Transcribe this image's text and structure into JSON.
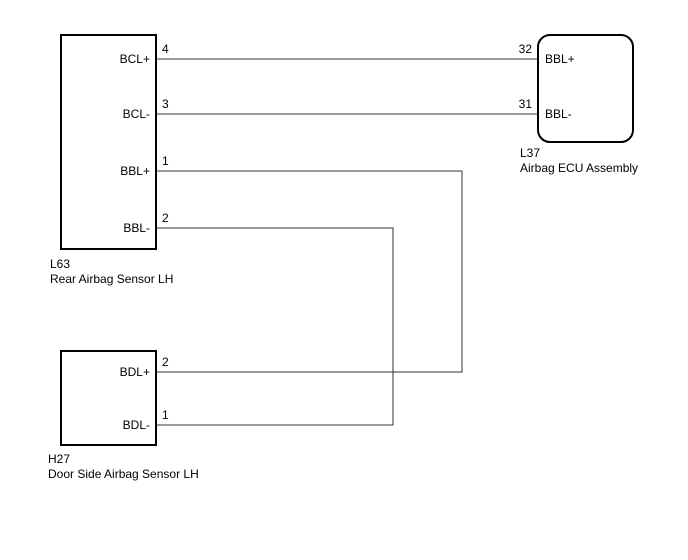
{
  "components": {
    "rear_sensor": {
      "code": "L63",
      "name": "Rear Airbag Sensor LH",
      "pins": [
        {
          "label": "BCL+",
          "number": "4"
        },
        {
          "label": "BCL-",
          "number": "3"
        },
        {
          "label": "BBL+",
          "number": "1"
        },
        {
          "label": "BBL-",
          "number": "2"
        }
      ]
    },
    "ecu": {
      "code": "L37",
      "name": "Airbag ECU Assembly",
      "pins": [
        {
          "label": "BBL+",
          "number": "32"
        },
        {
          "label": "BBL-",
          "number": "31"
        }
      ]
    },
    "door_sensor": {
      "code": "H27",
      "name": "Door Side Airbag Sensor LH",
      "pins": [
        {
          "label": "BDL+",
          "number": "2"
        },
        {
          "label": "BDL-",
          "number": "1"
        }
      ]
    }
  }
}
